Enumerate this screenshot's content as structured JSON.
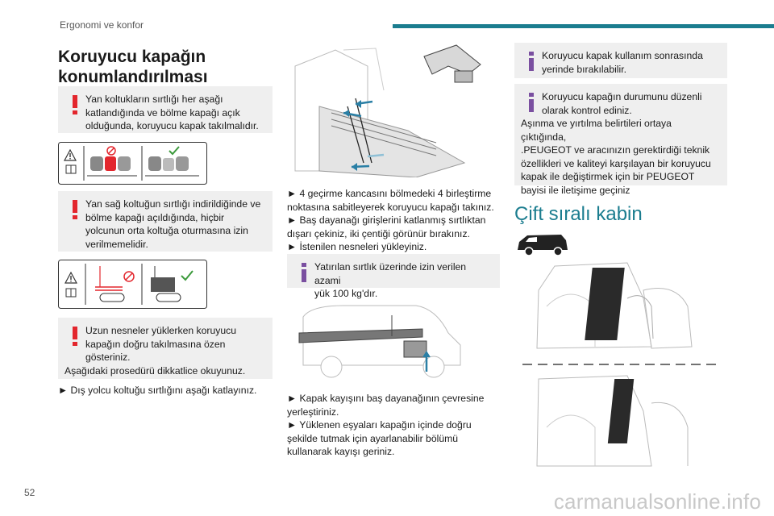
{
  "header": {
    "running_title": "Ergonomi ve konfor"
  },
  "page_number": "52",
  "watermark": "carmanualsonline.info",
  "colors": {
    "accent": "#1b7d8f",
    "warning": "#e3262d",
    "info": "#7a4fa0",
    "note_bg": "#efefef"
  },
  "col1": {
    "title_line1": "Koruyucu kapağın",
    "title_line2": "konumlandırılması",
    "warning1": {
      "icon": "exclamation-icon",
      "first": "Yan koltukların sırtlığı her aşağı",
      "rest": "katlandığında ve bölme kapağı açık olduğunda, koruyucu kapak takılmalıdır."
    },
    "warning2": {
      "icon": "exclamation-icon",
      "first": "Yan sağ koltuğun sırtlığı indirildiğinde ve",
      "rest": "bölme kapağı açıldığında, hiçbir yolcunun orta koltuğa oturmasına izin verilmemelidir."
    },
    "warning3": {
      "icon": "exclamation-icon",
      "first": "Uzun nesneler yüklerken koruyucu",
      "rest": "kapağın doğru takılmasına özen gösteriniz.",
      "line2": "Aşağıdaki prosedürü dikkatlice okuyunuz."
    },
    "step1": "► Dış yolcu koltuğu sırtlığını aşağı katlayınız."
  },
  "col2": {
    "steps_a": [
      "► 4 geçirme kancasını bölmedeki 4 birleştirme",
      "noktasına sabitleyerek koruyucu kapağı takınız.",
      "► Baş dayanağı girişlerini katlanmış sırtlıktan",
      "dışarı çekiniz, iki çentiği görünür bırakınız.",
      "► İstenilen nesneleri yükleyiniz."
    ],
    "info1": {
      "icon": "info-icon",
      "first": "Yatırılan sırtlık üzerinde izin verilen azami",
      "rest": "yük 100 kg'dır."
    },
    "steps_b": [
      "► Kapak kayışını baş dayanağının çevresine",
      "yerleştiriniz.",
      "► Yüklenen eşyaları kapağın içinde doğru",
      "şekilde tutmak için ayarlanabilir bölümü",
      "kullanarak kayışı geriniz."
    ]
  },
  "col3": {
    "info2": {
      "icon": "info-icon",
      "first": "Koruyucu kapak kullanım sonrasında",
      "rest": "yerinde bırakılabilir."
    },
    "info3": {
      "icon": "info-icon",
      "first": "Koruyucu kapağın durumunu düzenli",
      "lines": [
        "olarak kontrol ediniz.",
        "Aşınma ve yırtılma belirtileri ortaya çıktığında,",
        ".PEUGEOT ve aracınızın gerektirdiği teknik",
        "özellikleri ve kaliteyi karşılayan bir koruyucu",
        "kapak ile değiştirmek için bir PEUGEOT",
        "bayisi ile iletişime geçiniz"
      ]
    },
    "title": "Çift sıralı kabin"
  }
}
